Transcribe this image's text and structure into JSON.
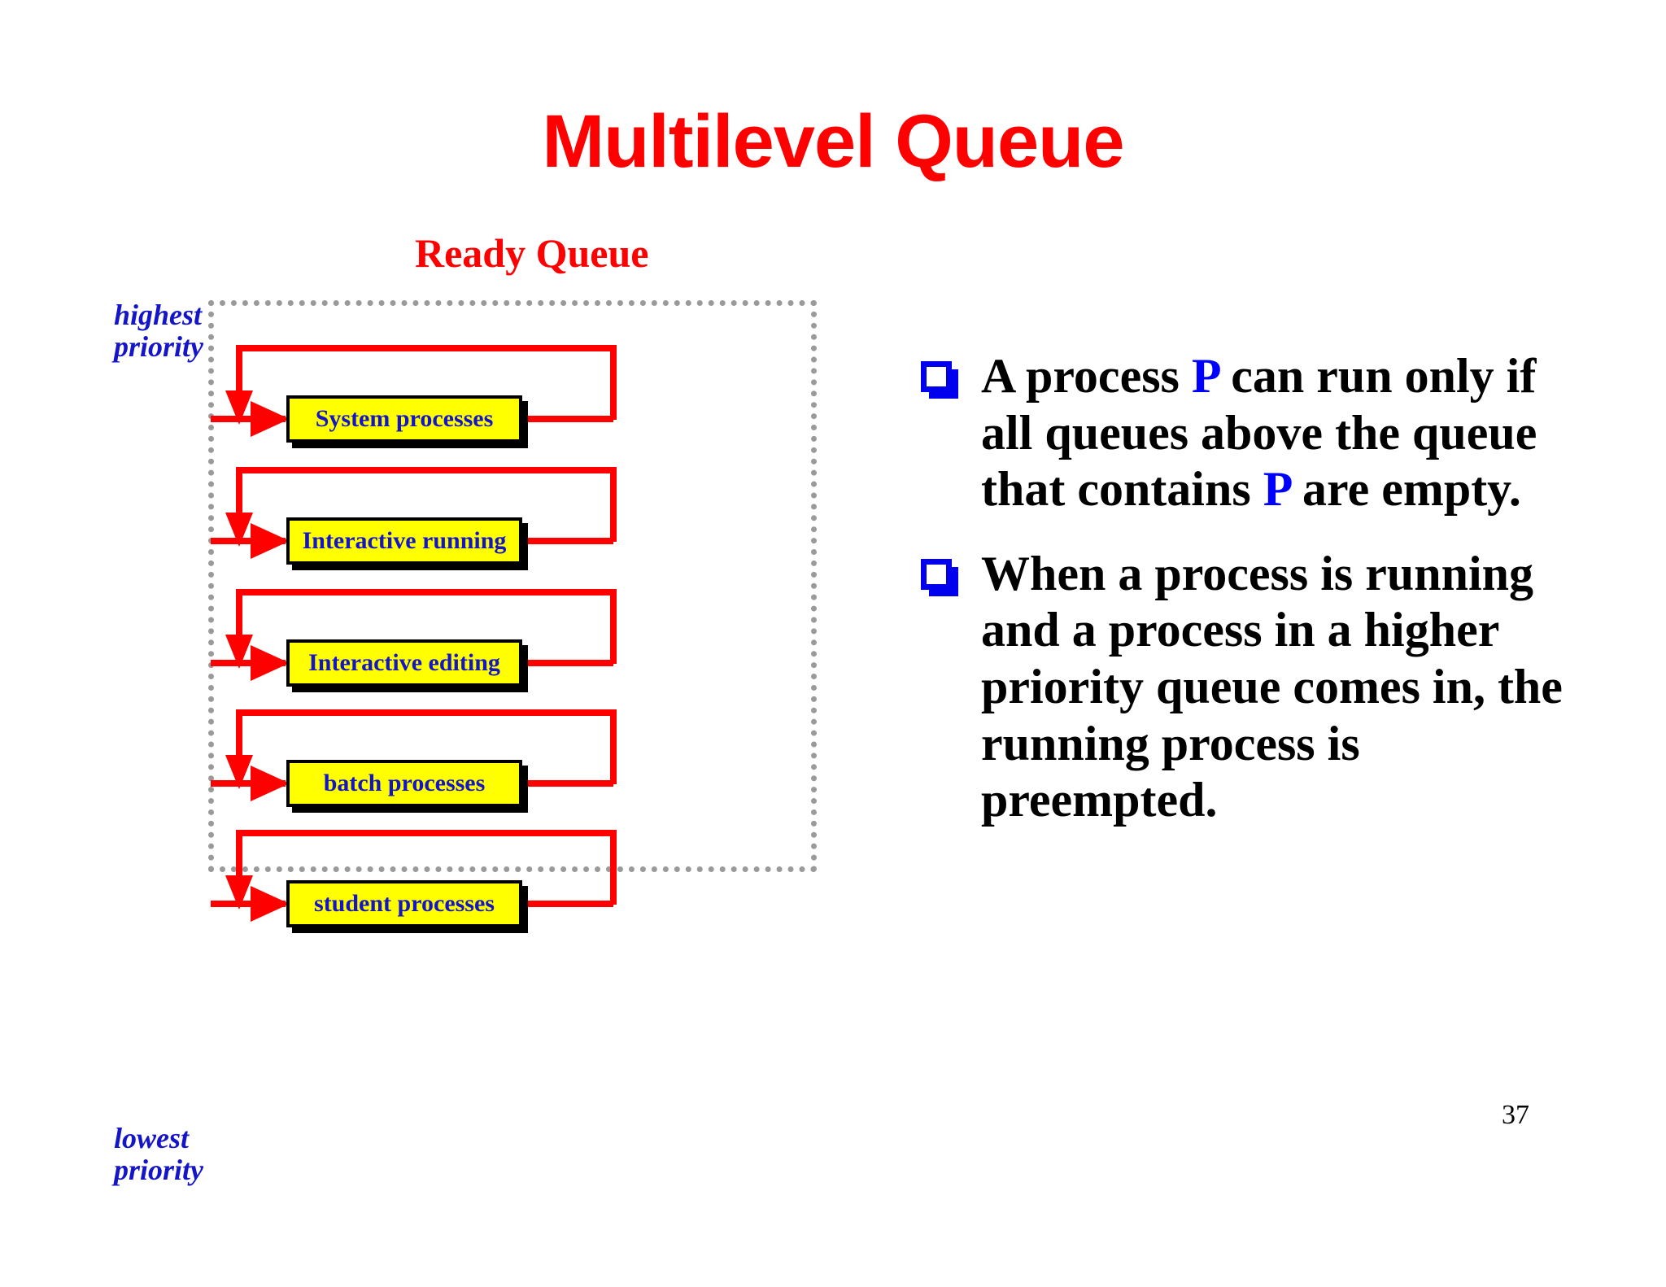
{
  "slide": {
    "title": "Multilevel Queue",
    "page_number": "37"
  },
  "diagram": {
    "ready_queue_label": "Ready Queue",
    "highest_priority_label": "highest\npriority",
    "highest_priority_line1": "highest",
    "highest_priority_line2": "priority",
    "lowest_priority_line1": "lowest",
    "lowest_priority_line2": "priority",
    "queues": [
      {
        "label": "System processes"
      },
      {
        "label": "Interactive running"
      },
      {
        "label": "Interactive editing"
      },
      {
        "label": "batch processes"
      },
      {
        "label": "student processes"
      }
    ]
  },
  "bullets": [
    {
      "parts": [
        {
          "text": "A process ",
          "highlight": false
        },
        {
          "text": "P",
          "highlight": true
        },
        {
          "text": " can run only if all queues above the queue that contains ",
          "highlight": false
        },
        {
          "text": "P",
          "highlight": true
        },
        {
          "text": " are empty.",
          "highlight": false
        }
      ]
    },
    {
      "parts": [
        {
          "text": "When a process is running and a process in a higher priority queue comes in, the running process is preempted.",
          "highlight": false
        }
      ]
    }
  ],
  "colors": {
    "title_red": "#FF0000",
    "accent_blue": "#0000FF",
    "queue_fill": "#FFFF00",
    "queue_text": "#1414C8",
    "arrow_red": "#FF0000",
    "dotted_border": "#9A9A9A"
  }
}
